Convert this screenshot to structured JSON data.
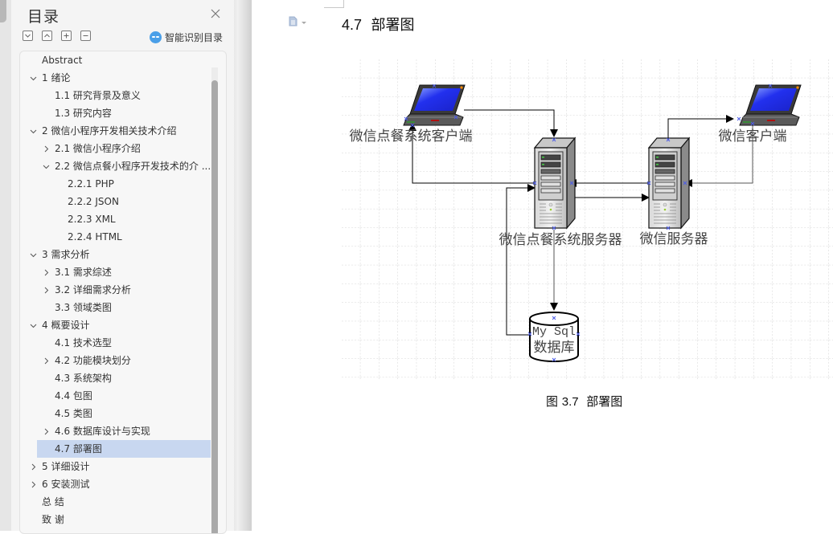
{
  "toc_panel": {
    "title": "目录",
    "tools": [
      {
        "name": "expand-all",
        "icon": "chevron-down-icon"
      },
      {
        "name": "collapse-all",
        "icon": "chevron-up-icon"
      },
      {
        "name": "add-level",
        "icon": "plus-icon"
      },
      {
        "name": "remove-level",
        "icon": "minus-icon"
      }
    ],
    "smart_recognize_label": "智能识别目录",
    "items": [
      {
        "label": "Abstract",
        "level": 0,
        "chevron": "none"
      },
      {
        "label": "1 绪论",
        "level": 0,
        "chevron": "down"
      },
      {
        "label": "1.1 研究背景及意义",
        "level": 1,
        "chevron": "none"
      },
      {
        "label": "1.3 研究内容",
        "level": 1,
        "chevron": "none"
      },
      {
        "label": "2 微信小程序开发相关技术介绍",
        "level": 0,
        "chevron": "down"
      },
      {
        "label": "2.1 微信小程序介绍",
        "level": 1,
        "chevron": "right"
      },
      {
        "label": "2.2 微信点餐小程序开发技术的介 ...",
        "level": 1,
        "chevron": "down"
      },
      {
        "label": "2.2.1 PHP",
        "level": 2,
        "chevron": "none"
      },
      {
        "label": "2.2.2 JSON",
        "level": 2,
        "chevron": "none"
      },
      {
        "label": "2.2.3 XML",
        "level": 2,
        "chevron": "none"
      },
      {
        "label": "2.2.4 HTML",
        "level": 2,
        "chevron": "none"
      },
      {
        "label": "3 需求分析",
        "level": 0,
        "chevron": "down"
      },
      {
        "label": "3.1 需求综述",
        "level": 1,
        "chevron": "right"
      },
      {
        "label": "3.2  详细需求分析",
        "level": 1,
        "chevron": "right"
      },
      {
        "label": "3.3 领域类图",
        "level": 1,
        "chevron": "none"
      },
      {
        "label": "4 概要设计",
        "level": 0,
        "chevron": "down"
      },
      {
        "label": "4.1  技术选型",
        "level": 1,
        "chevron": "none"
      },
      {
        "label": "4.2  功能模块划分",
        "level": 1,
        "chevron": "right"
      },
      {
        "label": "4.3  系统架构",
        "level": 1,
        "chevron": "none"
      },
      {
        "label": "4.4  包图",
        "level": 1,
        "chevron": "none"
      },
      {
        "label": "4.5  类图",
        "level": 1,
        "chevron": "none"
      },
      {
        "label": "4.6  数据库设计与实现",
        "level": 1,
        "chevron": "right"
      },
      {
        "label": "4.7  部署图",
        "level": 1,
        "chevron": "none",
        "selected": true
      },
      {
        "label": "5 详细设计",
        "level": 0,
        "chevron": "right"
      },
      {
        "label": "6 安装测试",
        "level": 0,
        "chevron": "right"
      },
      {
        "label": "总   结",
        "level": 0,
        "chevron": "none"
      },
      {
        "label": "致   谢",
        "level": 0,
        "chevron": "none"
      }
    ]
  },
  "document": {
    "heading_number": "4.7",
    "heading_text": "部署图",
    "diagram": {
      "nodes": {
        "client_app": "微信点餐系统客户端",
        "wechat_client": "微信客户端",
        "app_server": "微信点餐系统服务器",
        "wechat_server": "微信服务器",
        "database_line1": "My Sql",
        "database_line2": "数据库"
      }
    },
    "caption_prefix": "图",
    "caption_number": "3.7",
    "caption_text": "部署图"
  },
  "colors": {
    "selected_bg": "#c8d7f0",
    "accent": "#4a9fe8",
    "screen_blue": "#1f2fe8"
  }
}
